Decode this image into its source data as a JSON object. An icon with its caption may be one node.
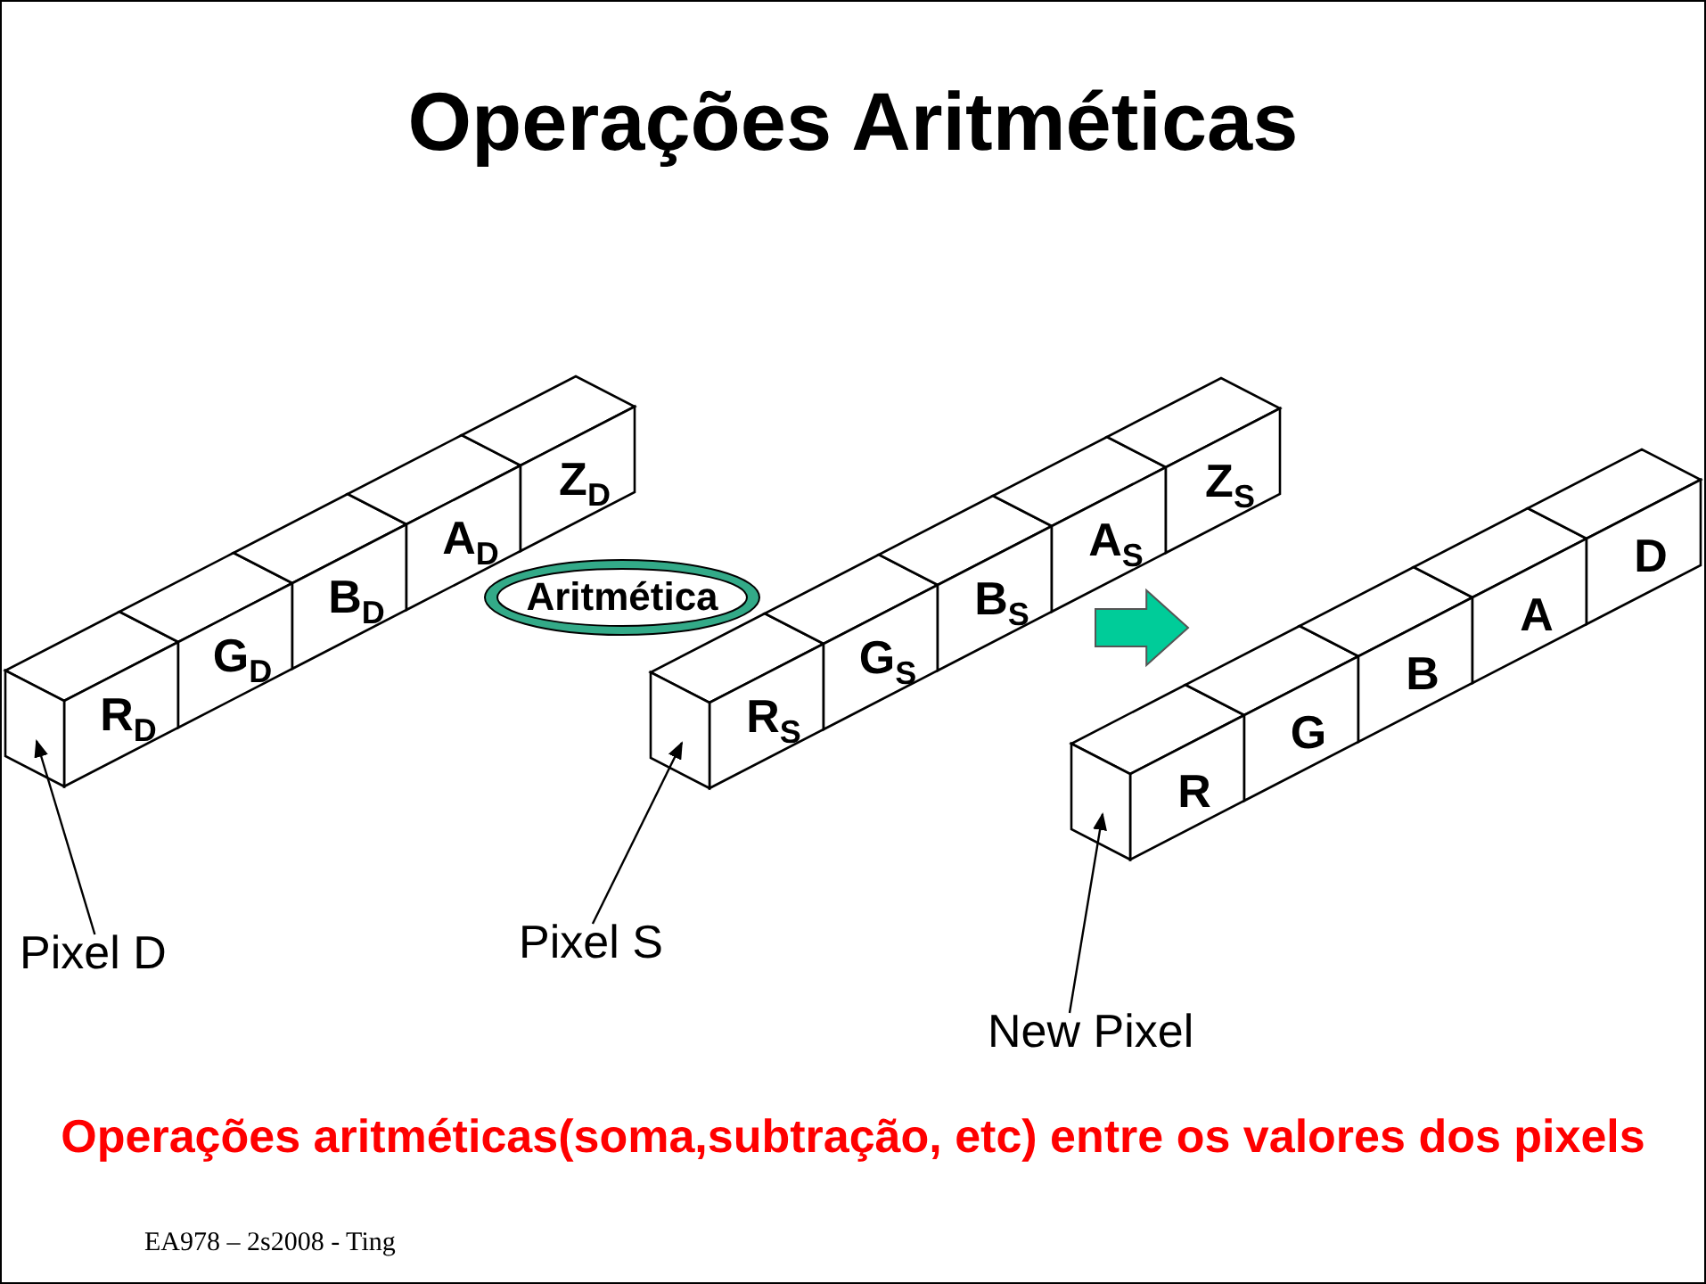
{
  "diagram": {
    "title": "Operações Aritméticas",
    "caption": "Operações aritméticas(soma,subtração, etc) entre os valores dos pixels",
    "nodes": [
      {
        "text": [],
        "shape": "box"
      },
      {
        "text": [],
        "shape": "box",
        "in": 0
      },
      {
        "text": [
          "R$_{D}$"
        ],
        "in": 0
      },
      {
        "text": [
          "G$_{D}$"
        ],
        "in": 0
      },
      {
        "text": [
          "B$_{D}$"
        ],
        "in": 0
      },
      {
        "text": [
          "A$_{D}$"
        ],
        "in": 0
      },
      {
        "text": [
          "Z$_{D}$"
        ],
        "in": 0
      },
      {
        "text": [
          "Aritmética"
        ]
      },
      {
        "text": [],
        "shape": "box"
      },
      {
        "text": [],
        "shape": "box",
        "in": 8
      },
      {
        "text": [
          "R$_{S}$"
        ],
        "in": 8
      },
      {
        "text": [
          "G$_{S}$"
        ],
        "in": 8
      },
      {
        "text": [
          "B$_{S}$"
        ],
        "in": 8
      },
      {
        "text": [
          "A$_{S}$"
        ]
      },
      {
        "text": [
          "Z$_{S}$"
        ]
      },
      {
        "text": [],
        "shape": "box"
      },
      {
        "text": [],
        "shape": "box",
        "in": 15
      },
      {
        "text": [
          "R"
        ],
        "in": 15
      },
      {
        "text": [
          "G"
        ],
        "in": 15
      },
      {
        "text": [
          "B"
        ],
        "in": 15
      },
      {
        "text": [
          "A"
        ],
        "in": 15
      },
      {
        "text": [
          "D"
        ],
        "in": 15
      },
      {
        "text": [
          "Pixel D"
        ]
      },
      {
        "text": [
          "Pixel S"
        ]
      },
      {
        "text": [
          "New Pixel"
        ]
      }
    ],
    "edges": [
      {
        "from": 22,
        "to": 1,
        "arrow": "to"
      },
      {
        "from": 23,
        "to": 9,
        "arrow": "to"
      },
      {
        "from": 24,
        "to": 16,
        "arrow": "to"
      },
      {
        "from": 8,
        "to": 15,
        "arrow": "to",
        "style": "thick",
        "color": "#00cc99"
      }
    ],
    "labels": [
      "EA978 – 2s2008 - Ting"
    ]
  }
}
